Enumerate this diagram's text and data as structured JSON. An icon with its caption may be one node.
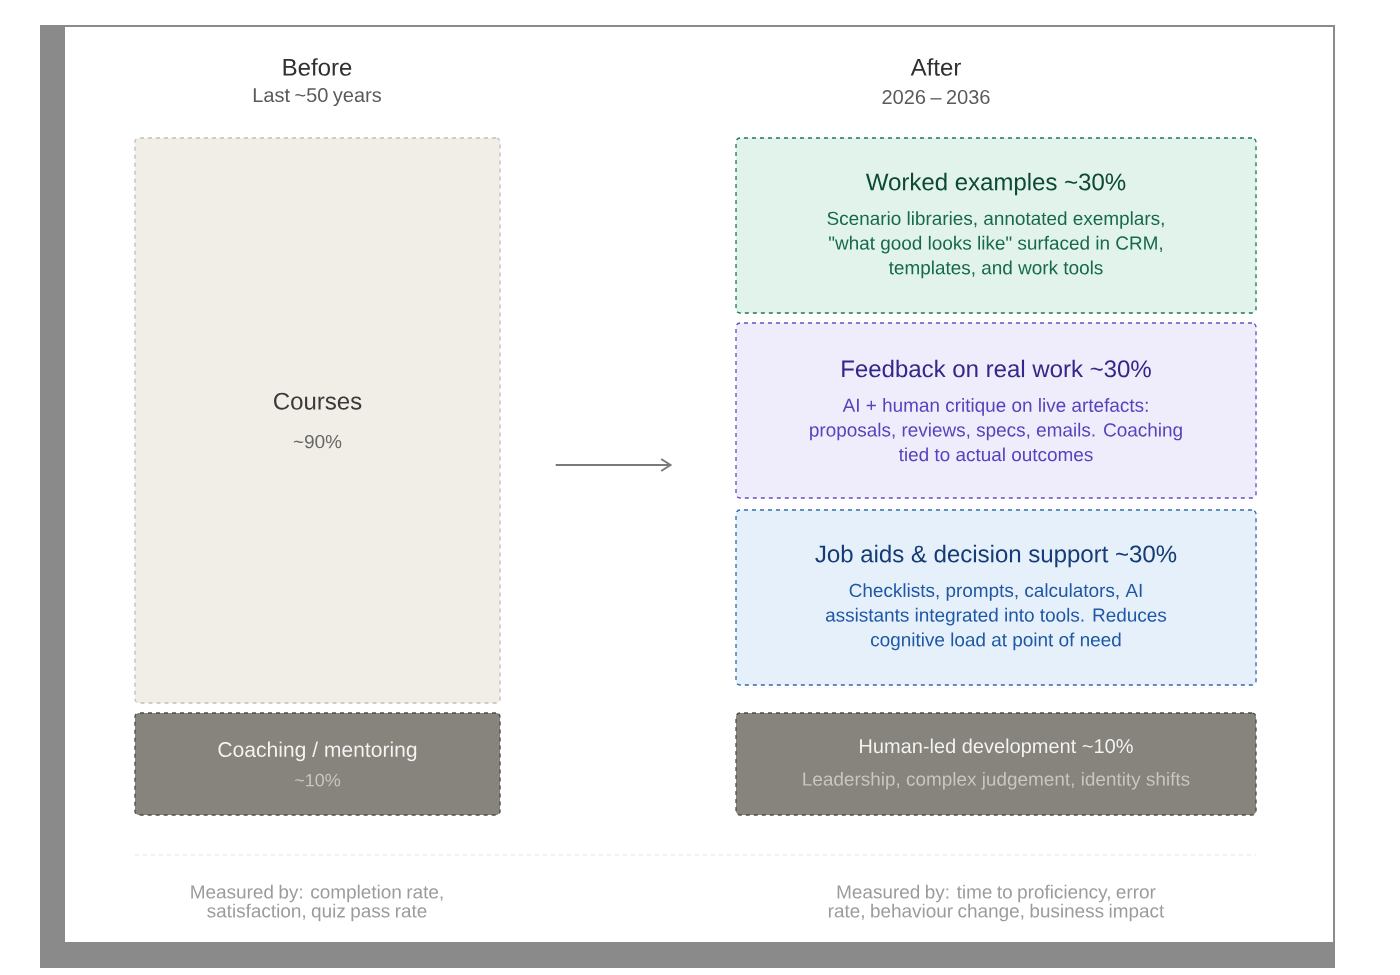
{
  "diagram": {
    "nodes": [
      {
        "text": [
          "Courses",
          "~90%"
        ]
      },
      {
        "text": [
          "Coaching / mentoring",
          "~10%"
        ]
      },
      {
        "text": [
          "Worked examples ~30%",
          "Scenario libraries, annotated exemplars, \"what good looks like\" surfaced in CRM, templates, and work tools"
        ]
      },
      {
        "text": [
          "Feedback on real work ~30%",
          "AI + human critique on live artefacts: proposals, reviews, specs, emails. Coaching tied to actual outcomes"
        ]
      },
      {
        "text": [
          "Job aids & decision support ~30%",
          "Checklists, prompts, calculators, AI assistants integrated into tools. Reduces cognitive load at point of need"
        ]
      },
      {
        "text": [
          "Human-led development ~10%",
          "Leadership, complex judgement, identity shifts"
        ]
      }
    ],
    "edges": [
      {
        "from": 0,
        "to": 3,
        "arrow": "to"
      }
    ],
    "labels": [
      "Before",
      "Last ~50 years",
      "After",
      "2026 – 2036",
      "Measured by: completion rate, satisfaction, quiz pass rate",
      "Measured by: time to proficiency, error rate, behaviour change, business impact"
    ]
  }
}
